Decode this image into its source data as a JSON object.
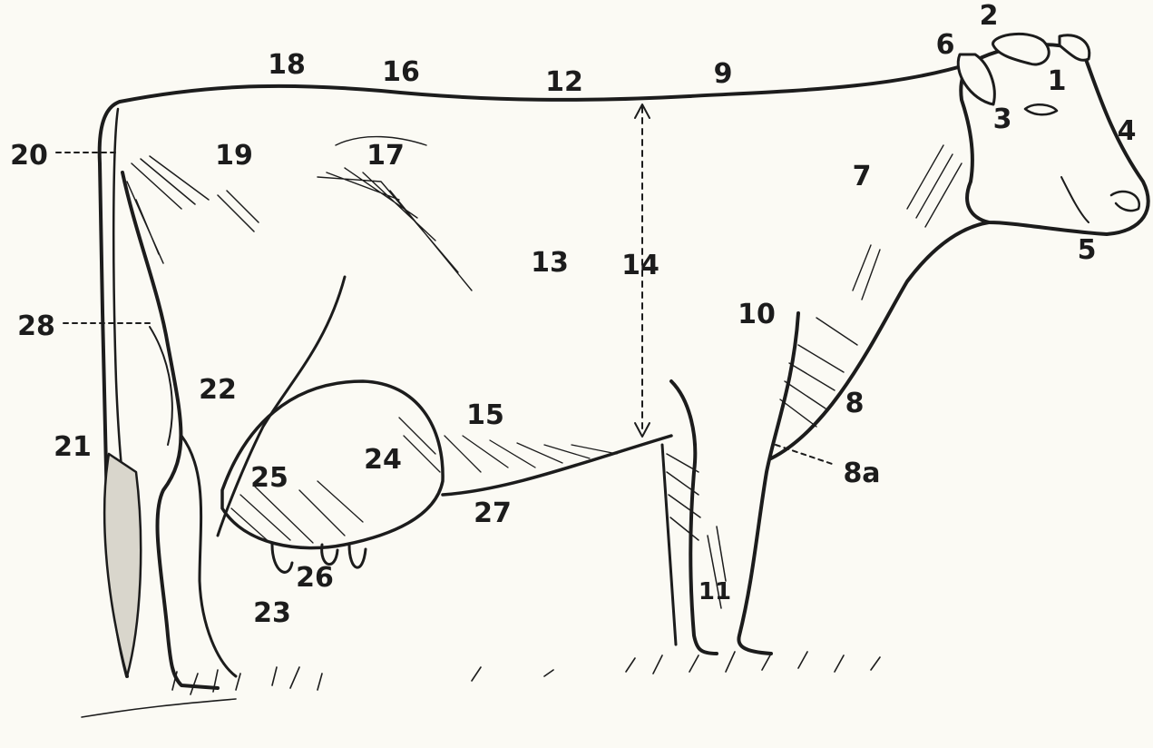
{
  "labels": [
    {
      "id": "1",
      "text": "1"
    },
    {
      "id": "2",
      "text": "2"
    },
    {
      "id": "3",
      "text": "3"
    },
    {
      "id": "4",
      "text": "4"
    },
    {
      "id": "5",
      "text": "5"
    },
    {
      "id": "6",
      "text": "6"
    },
    {
      "id": "7",
      "text": "7"
    },
    {
      "id": "8",
      "text": "8"
    },
    {
      "id": "8a",
      "text": "8a"
    },
    {
      "id": "9",
      "text": "9"
    },
    {
      "id": "10",
      "text": "10"
    },
    {
      "id": "11",
      "text": "11"
    },
    {
      "id": "12",
      "text": "12"
    },
    {
      "id": "13",
      "text": "13"
    },
    {
      "id": "14",
      "text": "14"
    },
    {
      "id": "15",
      "text": "15"
    },
    {
      "id": "16",
      "text": "16"
    },
    {
      "id": "17",
      "text": "17"
    },
    {
      "id": "18",
      "text": "18"
    },
    {
      "id": "19",
      "text": "19"
    },
    {
      "id": "20",
      "text": "20"
    },
    {
      "id": "21",
      "text": "21"
    },
    {
      "id": "22",
      "text": "22"
    },
    {
      "id": "23",
      "text": "23"
    },
    {
      "id": "24",
      "text": "24"
    },
    {
      "id": "25",
      "text": "25"
    },
    {
      "id": "26",
      "text": "26"
    },
    {
      "id": "27",
      "text": "27"
    },
    {
      "id": "28",
      "text": "28"
    }
  ],
  "colors": {
    "ink": "#1c1c1c",
    "paper": "#fbfaf4"
  }
}
